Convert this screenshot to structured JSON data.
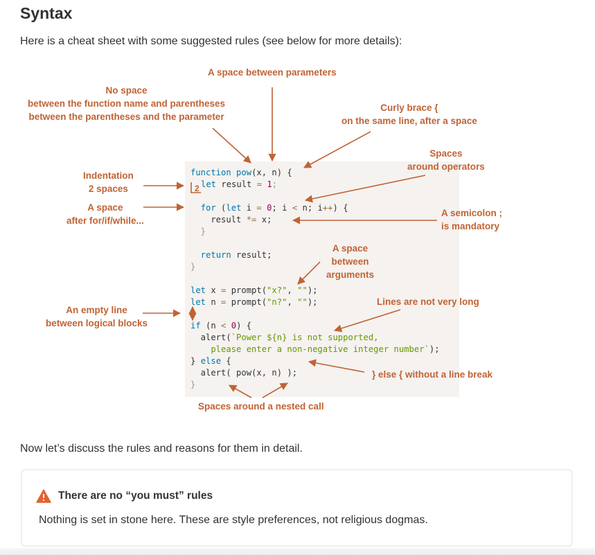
{
  "heading": "Syntax",
  "intro": "Here is a cheat sheet with some suggested rules (see below for more details):",
  "code": {
    "lines": [
      [
        [
          "function",
          "kw"
        ],
        [
          " ",
          ""
        ],
        [
          "pow",
          "kw"
        ],
        [
          "(x, n) {",
          ""
        ]
      ],
      [
        [
          "let",
          "kw"
        ],
        [
          " result ",
          ""
        ],
        [
          "=",
          "op"
        ],
        [
          " ",
          ""
        ],
        [
          "1",
          "num"
        ],
        [
          ";",
          "pn"
        ]
      ],
      [],
      [
        [
          "  ",
          ""
        ],
        [
          "for",
          "kw"
        ],
        [
          " (",
          ""
        ],
        [
          "let",
          "kw"
        ],
        [
          " i ",
          ""
        ],
        [
          "=",
          "op"
        ],
        [
          " ",
          ""
        ],
        [
          "0",
          "num"
        ],
        [
          "; i ",
          ""
        ],
        [
          "<",
          "op"
        ],
        [
          " n; i",
          ""
        ],
        [
          "++",
          "op"
        ],
        [
          ") {",
          ""
        ]
      ],
      [
        [
          "    result ",
          ""
        ],
        [
          "*=",
          "op"
        ],
        [
          " x;",
          ""
        ]
      ],
      [
        [
          "  }",
          "pn"
        ]
      ],
      [],
      [
        [
          "  ",
          ""
        ],
        [
          "return",
          "kw"
        ],
        [
          " result;",
          ""
        ]
      ],
      [
        [
          "}",
          "pn"
        ]
      ],
      [],
      [
        [
          "let",
          "kw"
        ],
        [
          " x ",
          ""
        ],
        [
          "=",
          "op"
        ],
        [
          " prompt(",
          ""
        ],
        [
          "\"x?\"",
          "str"
        ],
        [
          ", ",
          ""
        ],
        [
          "\"\"",
          "str"
        ],
        [
          ");",
          ""
        ]
      ],
      [
        [
          "let",
          "kw"
        ],
        [
          " n ",
          ""
        ],
        [
          "=",
          "op"
        ],
        [
          " prompt(",
          ""
        ],
        [
          "\"n?\"",
          "str"
        ],
        [
          ", ",
          ""
        ],
        [
          "\"\"",
          "str"
        ],
        [
          ");",
          ""
        ]
      ],
      [],
      [
        [
          "if",
          "kw"
        ],
        [
          " (n ",
          ""
        ],
        [
          "<",
          "op"
        ],
        [
          " ",
          ""
        ],
        [
          "0",
          "num"
        ],
        [
          ") {",
          ""
        ]
      ],
      [
        [
          "  alert(",
          ""
        ],
        [
          "`Power ${n} is not supported,",
          "str"
        ]
      ],
      [
        [
          "    please enter a non-negative integer number`",
          "str"
        ],
        [
          ");",
          ""
        ]
      ],
      [
        [
          "} ",
          ""
        ],
        [
          "else",
          "kw"
        ],
        [
          " {",
          ""
        ]
      ],
      [
        [
          "  alert( pow(x, n) );",
          ""
        ]
      ],
      [
        [
          "}",
          "pn"
        ]
      ]
    ]
  },
  "annotations": {
    "space_params": "A space between parameters",
    "no_space": "No space\nbetween the function name and parentheses\nbetween the parentheses and the parameter",
    "curly_brace": "Curly brace {\non the same line, after a space",
    "spaces_operators": "Spaces\naround operators",
    "indentation": "Indentation\n2 spaces",
    "indent_marker": "2",
    "space_for": "A space\nafter for/if/while...",
    "semicolon": "A semicolon ;\nis mandatory",
    "space_args": "A space\nbetween\narguments",
    "lines_long": "Lines are not very long",
    "empty_line": "An empty line\nbetween logical blocks",
    "else_break": "} else { without a line break",
    "nested_call": "Spaces around a nested call"
  },
  "discuss": "Now let’s discuss the rules and reasons for them in detail.",
  "callout": {
    "title": "There are no “you must” rules",
    "body": "Nothing is set in stone here. These are style preferences, not religious dogmas."
  },
  "colors": {
    "annotation": "#c06334",
    "warning": "#e06430",
    "code_bg": "#f5f2f0"
  }
}
